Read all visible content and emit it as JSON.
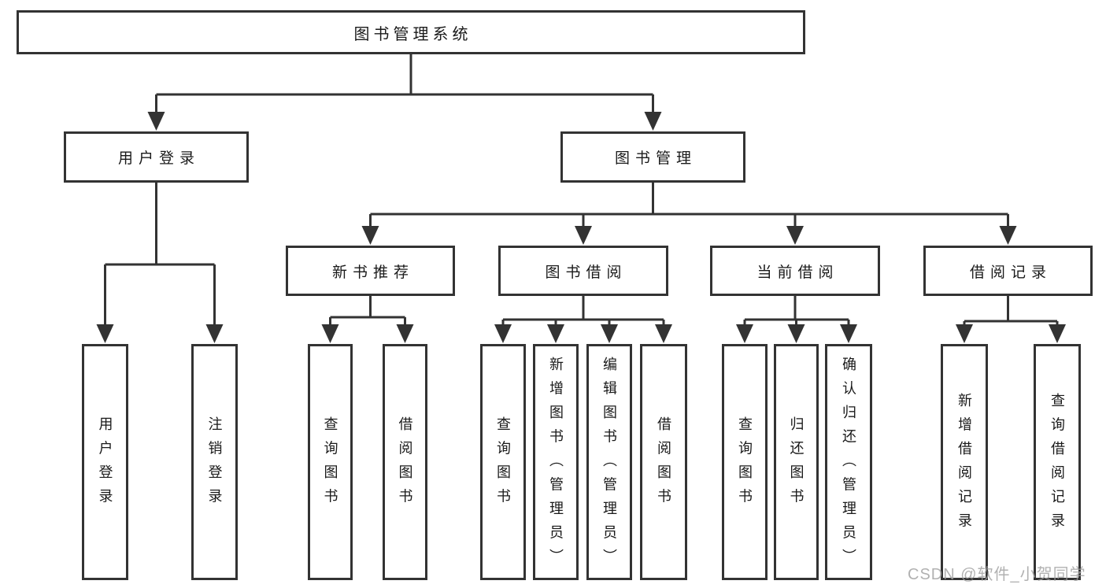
{
  "diagram": {
    "root": {
      "label": "图书管理系统"
    },
    "level2": {
      "user_login": {
        "label": "用户登录"
      },
      "book_management": {
        "label": "图书管理"
      }
    },
    "level3": {
      "new_book_recommend": {
        "label": "新书推荐"
      },
      "book_borrow": {
        "label": "图书借阅"
      },
      "current_borrow": {
        "label": "当前借阅"
      },
      "borrow_records": {
        "label": "借阅记录"
      }
    },
    "leaves": {
      "user_login": {
        "label": "用户登录"
      },
      "logout": {
        "label": "注销登录"
      },
      "recommend_query_books": {
        "label": "查询图书"
      },
      "recommend_borrow_books": {
        "label": "借阅图书"
      },
      "borrow_query_books": {
        "label": "查询图书"
      },
      "borrow_add_books_admin": {
        "label": "新增图书（管理员）"
      },
      "borrow_edit_books_admin": {
        "label": "编辑图书（管理员）"
      },
      "borrow_borrow_books": {
        "label": "借阅图书"
      },
      "current_query_books": {
        "label": "查询图书"
      },
      "current_return_books": {
        "label": "归还图书"
      },
      "current_confirm_return_admin": {
        "label": "确认归还（管理员）"
      },
      "records_add_record": {
        "label": "新增借阅记录"
      },
      "records_query_record": {
        "label": "查询借阅记录"
      }
    },
    "watermark": "CSDN @软件_小贺同学",
    "colors": {
      "line": "#333333",
      "text": "#1a1a1a",
      "background": "#ffffff",
      "watermark": "#9e9e9e"
    }
  }
}
